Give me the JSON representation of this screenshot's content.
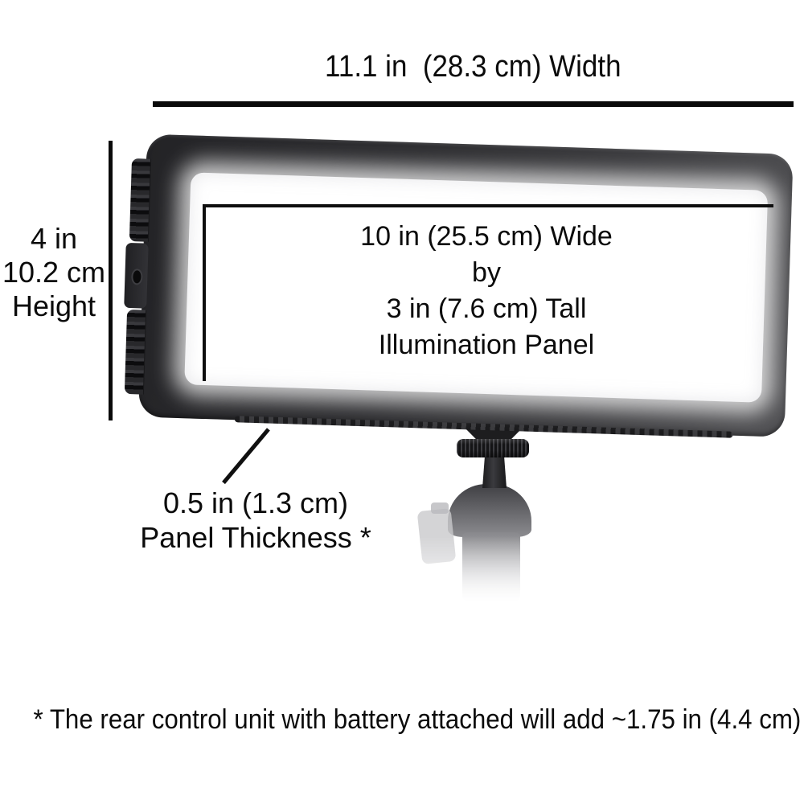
{
  "annotations": {
    "width": "11.1 in  (28.3 cm) Width",
    "height": [
      "4 in",
      "10.2 cm",
      "Height"
    ],
    "illumination": [
      "10 in (25.5 cm) Wide",
      "by",
      "3 in (7.6 cm) Tall",
      "Illumination Panel"
    ],
    "thickness": [
      "0.5 in (1.3 cm)",
      "Panel Thickness *"
    ],
    "footnote": "* The rear control unit with battery attached will add ~1.75 in (4.4 cm)"
  },
  "colors": {
    "background": "#ffffff",
    "dimension_line": "#0a0a0a",
    "annotation_text": "#0b0b0b",
    "frame_dark": "#2a2a2d",
    "frame_light": "#515154",
    "panel_glow": "#ffffff",
    "mount_metal": "#8a8a8e"
  }
}
